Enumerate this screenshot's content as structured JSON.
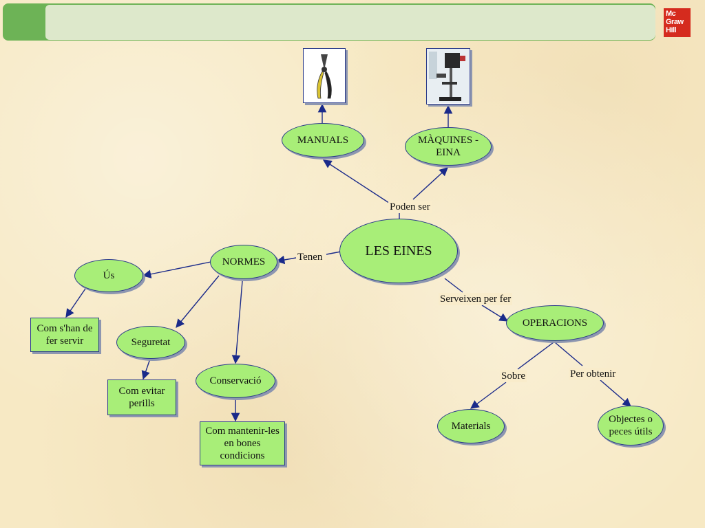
{
  "logo": {
    "line1": "Mc",
    "line2": "Graw",
    "line3": "Hill"
  },
  "nodes": {
    "les_eines": "LES EINES",
    "manuals": "MANUALS",
    "maquines_l1": "MÀQUINES -",
    "maquines_l2": "EINA",
    "normes": "NORMES",
    "us": "Ús",
    "com_shan_l1": "Com s'han de",
    "com_shan_l2": "fer servir",
    "seguretat": "Seguretat",
    "com_evitar_l1": "Com evitar",
    "com_evitar_l2": "perills",
    "conservacio": "Conservació",
    "com_mantenir_l1": "Com mantenir-les",
    "com_mantenir_l2": "en bones",
    "com_mantenir_l3": "condicions",
    "operacions": "OPERACIONS",
    "materials": "Materials",
    "objectes_l1": "Objectes o",
    "objectes_l2": "peces útils"
  },
  "links": {
    "poden_ser": "Poden ser",
    "tenen": "Tenen",
    "serveixen": "Serveixen per fer",
    "sobre": "Sobre",
    "per_obtenir": "Per obtenir"
  },
  "icons": {
    "pliers": "pliers-icon",
    "drill_press": "drill-press-icon"
  },
  "colors": {
    "node_fill": "#a8ee78",
    "node_border": "#2a3a8a",
    "edge": "#1a2a8a",
    "header_green": "#6db356",
    "logo_red": "#d52b1e"
  }
}
